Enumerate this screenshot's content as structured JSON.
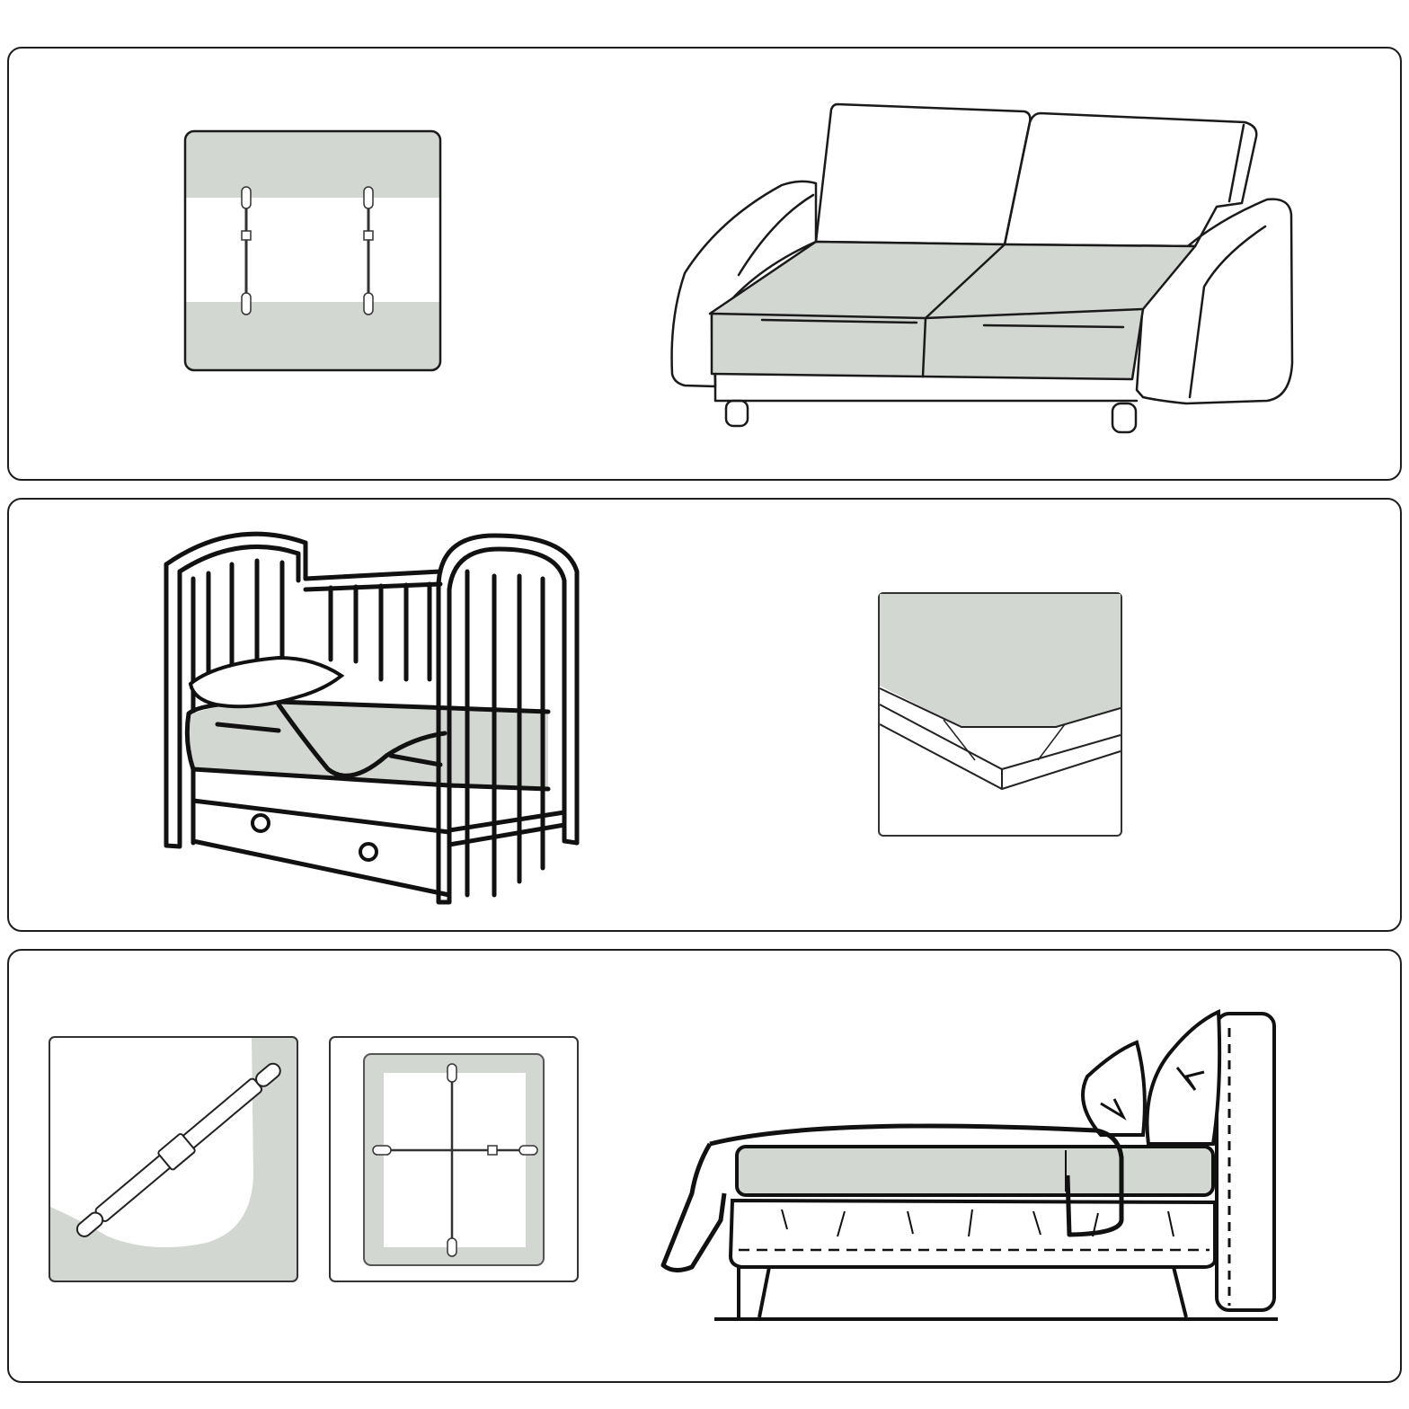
{
  "colors": {
    "sheet": "#d2d8d1",
    "line": "#1a1a1a",
    "panel_border": "#1e1e1e",
    "background": "#ffffff"
  },
  "panels": [
    {
      "id": "sofa-panel",
      "items": [
        "strap-square-icon",
        "sofa-illustration"
      ]
    },
    {
      "id": "crib-panel",
      "items": [
        "crib-illustration",
        "mattress-corner-icon"
      ]
    },
    {
      "id": "bed-panel",
      "items": [
        "strap-closeup-icon",
        "cross-strap-icon",
        "bed-illustration"
      ]
    }
  ]
}
